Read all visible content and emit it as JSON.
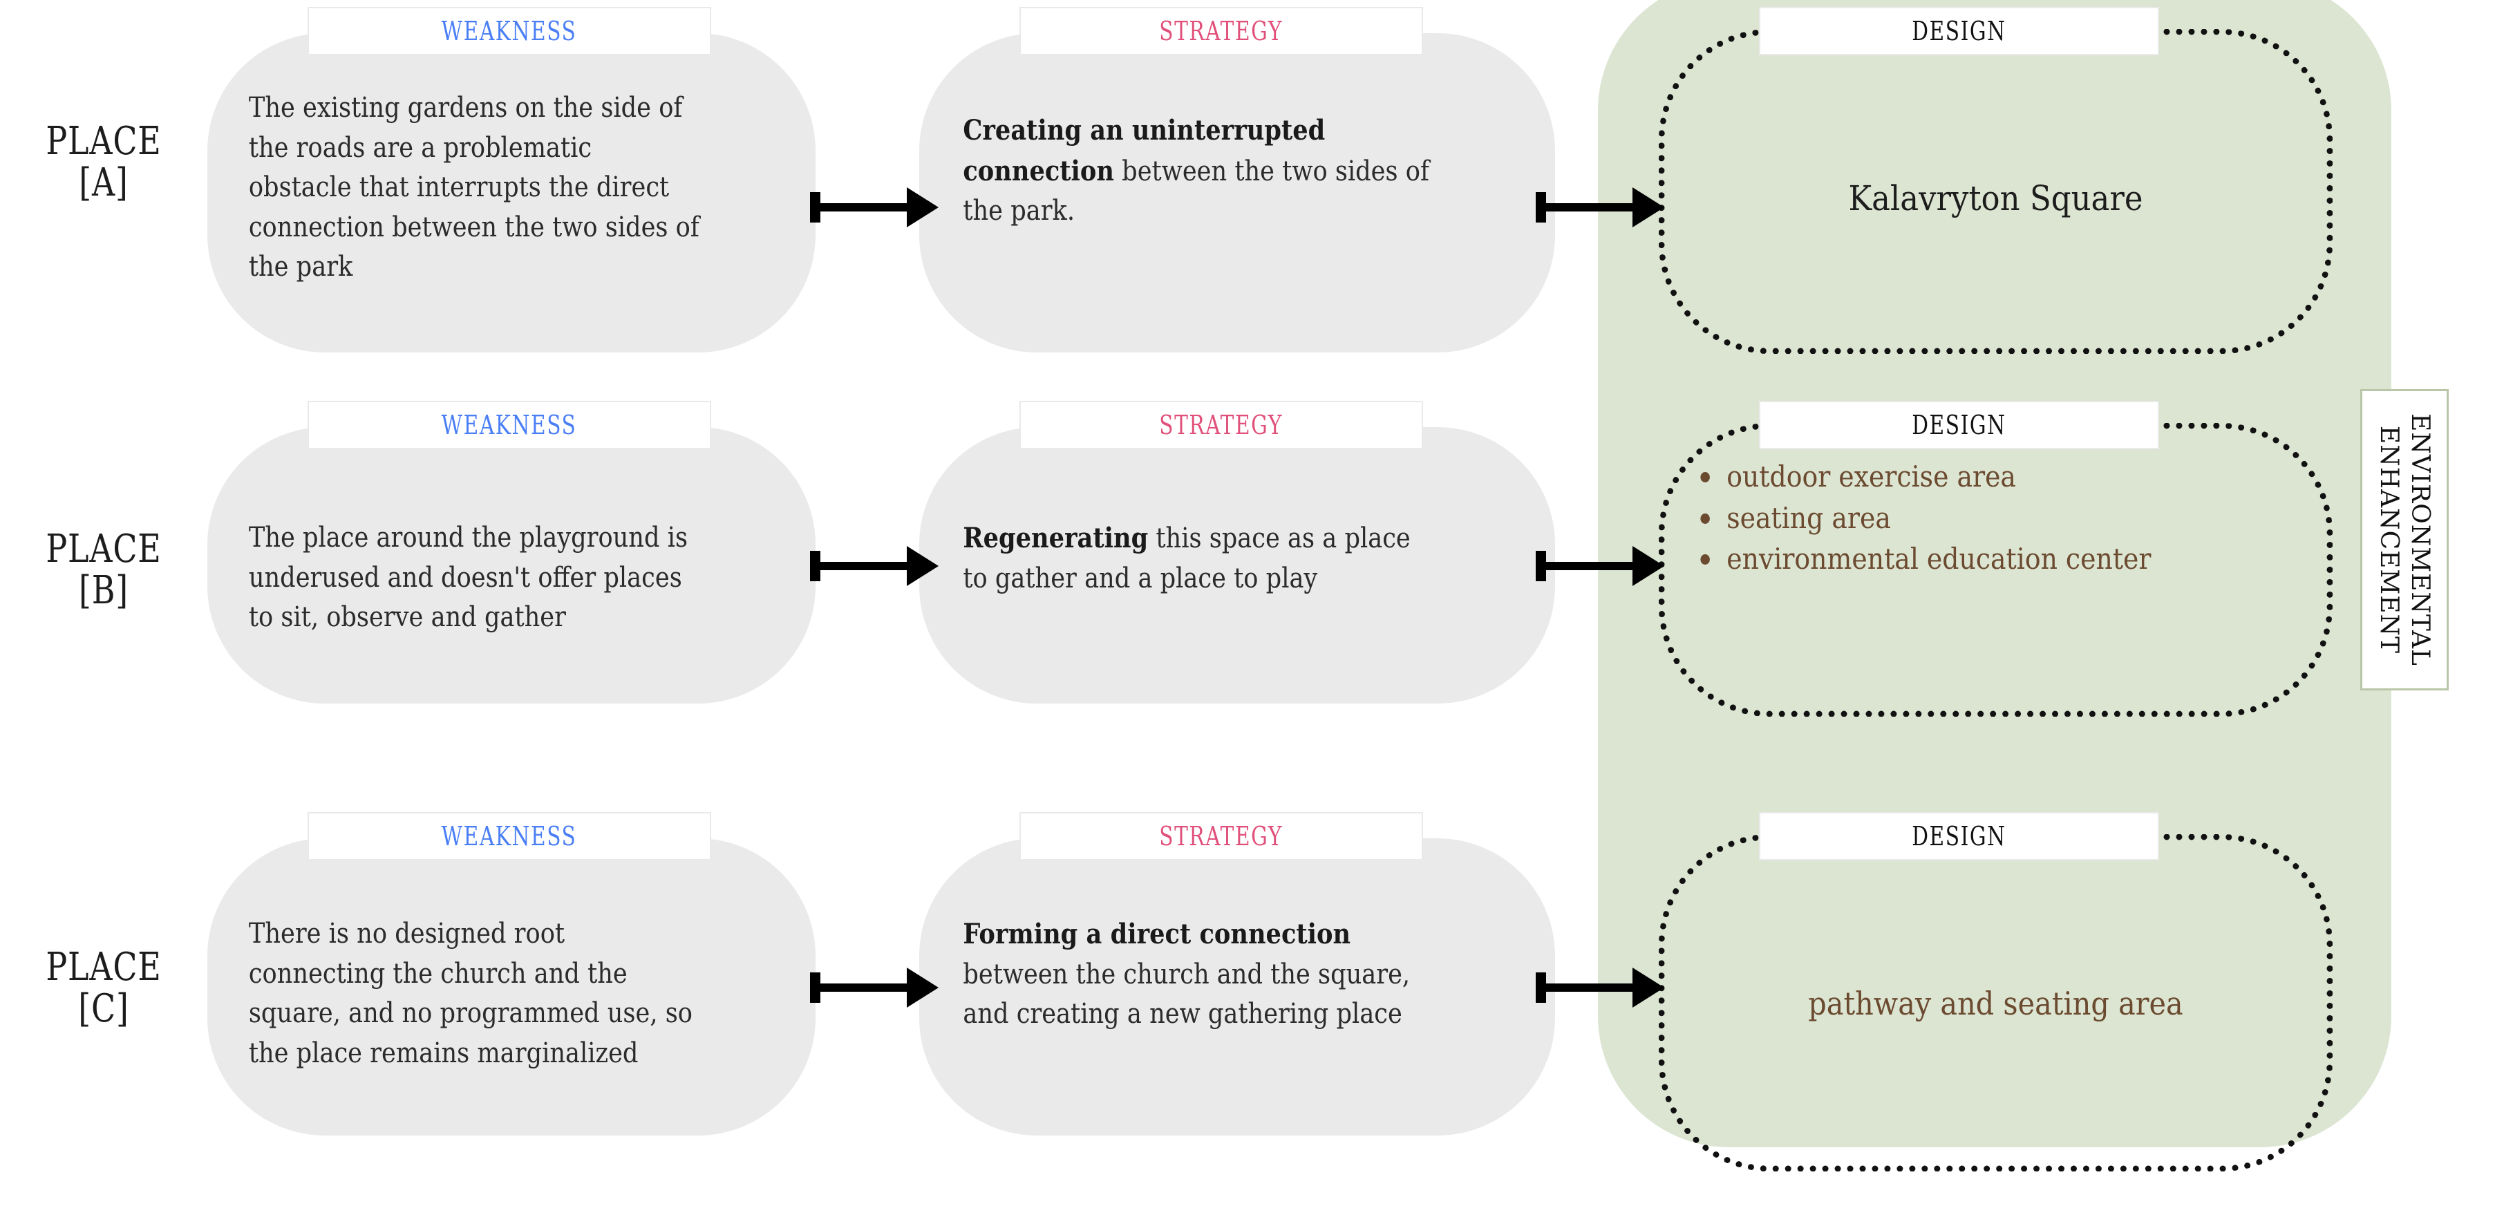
{
  "headers": {
    "weakness": "WEAKNESS",
    "strategy": "STRATEGY",
    "design": "DESIGN"
  },
  "colors": {
    "weakness": "#4a7ef5",
    "strategy": "#e0507a",
    "design": "#111111",
    "capsule": "#eaeaea",
    "green_panel": "#dce5d2",
    "design_text": "#6b4a30",
    "side_label_border": "#b9c6a8"
  },
  "side_label": {
    "line1": "ENVIRONMENTAL",
    "line2": "ENHANCEMENT"
  },
  "rows": [
    {
      "place_line1": "PLACE",
      "place_line2": "[A]",
      "weakness_text": "The existing gardens on the side of the roads are a problematic obstacle that interrupts the direct connection between the two sides of the park",
      "strategy_bold": "Creating an uninterrupted connection",
      "strategy_rest": " between the two sides of the park.",
      "design_text": "Kalavryton Square",
      "design_items": []
    },
    {
      "place_line1": "PLACE",
      "place_line2": "[B]",
      "weakness_text": "The place around the playground is underused and doesn't offer places to sit, observe and gather",
      "strategy_bold": "Regenerating",
      "strategy_rest": " this space as a place to gather and a place to play",
      "design_text": "",
      "design_items": [
        "outdoor exercise area",
        "seating area",
        "environmental education center"
      ]
    },
    {
      "place_line1": "PLACE",
      "place_line2": "[C]",
      "weakness_text": "There is no designed root connecting the church and the square, and no programmed use, so the place remains marginalized",
      "strategy_bold": "Forming a direct connection",
      "strategy_rest": " between the church and the square, and creating a new gathering place",
      "design_text": "pathway and seating area",
      "design_items": []
    }
  ]
}
